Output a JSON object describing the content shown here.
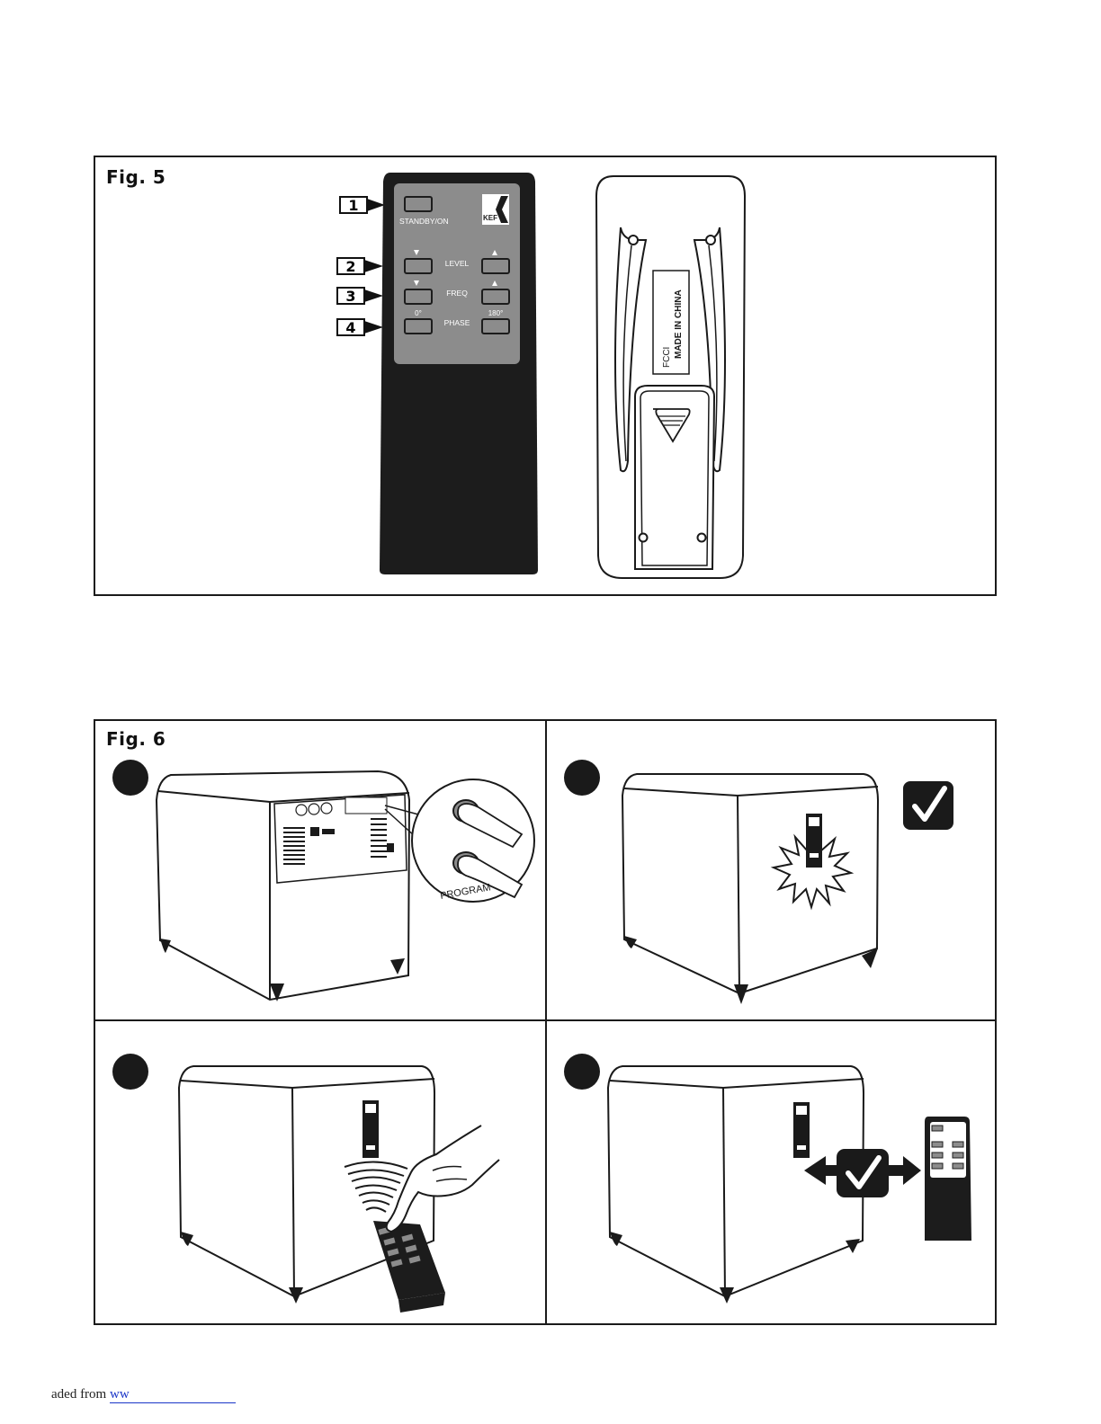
{
  "fig5": {
    "label": "Fig. 5",
    "callouts": [
      "1",
      "2",
      "3",
      "4"
    ],
    "remote_front": {
      "brand": "KEF",
      "standby_label": "STANDBY/ON",
      "level_label": "LEVEL",
      "freq_label": "FREQ",
      "phase_label": "PHASE",
      "phase_left": "0°",
      "phase_right": "180°"
    },
    "remote_back": {
      "made_in": "MADE IN CHINA",
      "fcc": "FCCI"
    }
  },
  "fig6": {
    "label": "Fig. 6",
    "program_label": "PROGRAM"
  },
  "footer": {
    "prefix": "aded from ",
    "link": "ww"
  }
}
